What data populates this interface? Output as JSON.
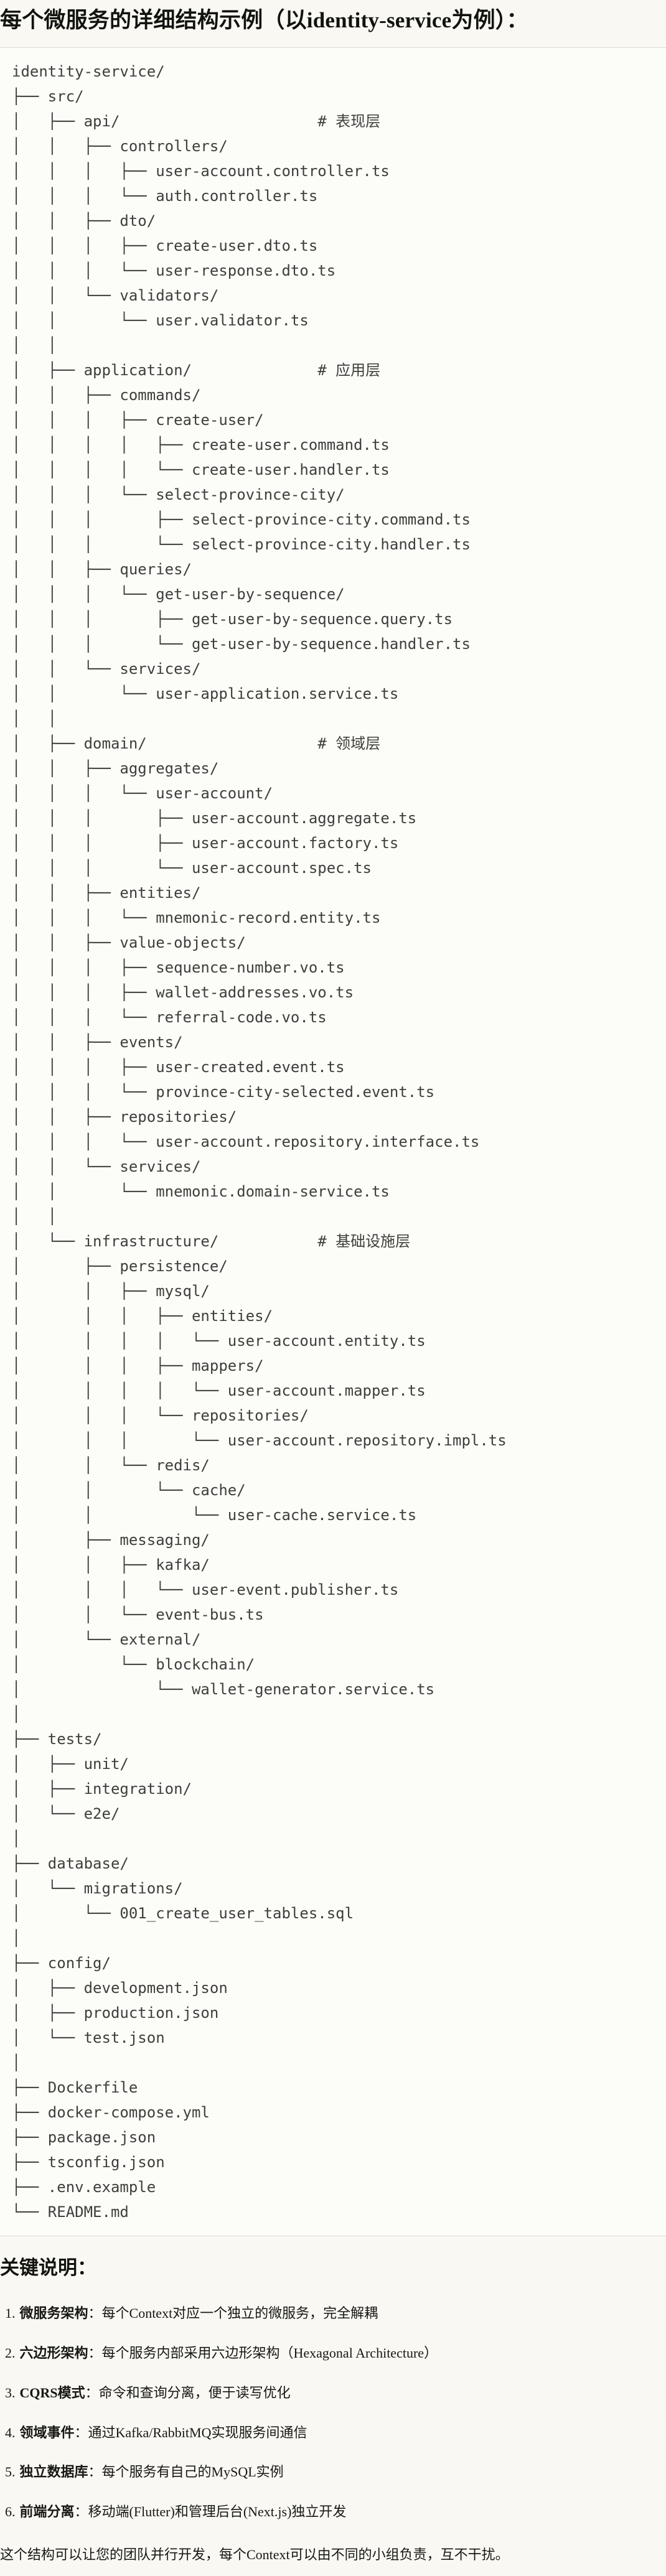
{
  "title": "每个微服务的详细结构示例（以identity-service为例）：",
  "tree": {
    "lines": [
      "identity-service/",
      "├── src/",
      "│   ├── api/                      # 表现层",
      "│   │   ├── controllers/",
      "│   │   │   ├── user-account.controller.ts",
      "│   │   │   └── auth.controller.ts",
      "│   │   ├── dto/",
      "│   │   │   ├── create-user.dto.ts",
      "│   │   │   └── user-response.dto.ts",
      "│   │   └── validators/",
      "│   │       └── user.validator.ts",
      "│   │",
      "│   ├── application/              # 应用层",
      "│   │   ├── commands/",
      "│   │   │   ├── create-user/",
      "│   │   │   │   ├── create-user.command.ts",
      "│   │   │   │   └── create-user.handler.ts",
      "│   │   │   └── select-province-city/",
      "│   │   │       ├── select-province-city.command.ts",
      "│   │   │       └── select-province-city.handler.ts",
      "│   │   ├── queries/",
      "│   │   │   └── get-user-by-sequence/",
      "│   │   │       ├── get-user-by-sequence.query.ts",
      "│   │   │       └── get-user-by-sequence.handler.ts",
      "│   │   └── services/",
      "│   │       └── user-application.service.ts",
      "│   │",
      "│   ├── domain/                   # 领域层",
      "│   │   ├── aggregates/",
      "│   │   │   └── user-account/",
      "│   │   │       ├── user-account.aggregate.ts",
      "│   │   │       ├── user-account.factory.ts",
      "│   │   │       └── user-account.spec.ts",
      "│   │   ├── entities/",
      "│   │   │   └── mnemonic-record.entity.ts",
      "│   │   ├── value-objects/",
      "│   │   │   ├── sequence-number.vo.ts",
      "│   │   │   ├── wallet-addresses.vo.ts",
      "│   │   │   └── referral-code.vo.ts",
      "│   │   ├── events/",
      "│   │   │   ├── user-created.event.ts",
      "│   │   │   └── province-city-selected.event.ts",
      "│   │   ├── repositories/",
      "│   │   │   └── user-account.repository.interface.ts",
      "│   │   └── services/",
      "│   │       └── mnemonic.domain-service.ts",
      "│   │",
      "│   └── infrastructure/           # 基础设施层",
      "│       ├── persistence/",
      "│       │   ├── mysql/",
      "│       │   │   ├── entities/",
      "│       │   │   │   └── user-account.entity.ts",
      "│       │   │   ├── mappers/",
      "│       │   │   │   └── user-account.mapper.ts",
      "│       │   │   └── repositories/",
      "│       │   │       └── user-account.repository.impl.ts",
      "│       │   └── redis/",
      "│       │       └── cache/",
      "│       │           └── user-cache.service.ts",
      "│       ├── messaging/",
      "│       │   ├── kafka/",
      "│       │   │   └── user-event.publisher.ts",
      "│       │   └── event-bus.ts",
      "│       └── external/",
      "│           └── blockchain/",
      "│               └── wallet-generator.service.ts",
      "│",
      "├── tests/",
      "│   ├── unit/",
      "│   ├── integration/",
      "│   └── e2e/",
      "│",
      "├── database/",
      "│   └── migrations/",
      "│       └── 001_create_user_tables.sql",
      "│",
      "├── config/",
      "│   ├── development.json",
      "│   ├── production.json",
      "│   └── test.json",
      "│",
      "├── Dockerfile",
      "├── docker-compose.yml",
      "├── package.json",
      "├── tsconfig.json",
      "├── .env.example",
      "└── README.md"
    ]
  },
  "notes": {
    "heading": "关键说明：",
    "items": [
      {
        "num": "1.",
        "label": "微服务架构",
        "desc": "：每个Context对应一个独立的微服务，完全解耦"
      },
      {
        "num": "2.",
        "label": "六边形架构",
        "desc": "：每个服务内部采用六边形架构（Hexagonal Architecture）"
      },
      {
        "num": "3.",
        "label": "CQRS模式",
        "desc": "：命令和查询分离，便于读写优化"
      },
      {
        "num": "4.",
        "label": "领域事件",
        "desc": "：通过Kafka/RabbitMQ实现服务间通信"
      },
      {
        "num": "5.",
        "label": "独立数据库",
        "desc": "：每个服务有自己的MySQL实例"
      },
      {
        "num": "6.",
        "label": "前端分离",
        "desc": "：移动端(Flutter)和管理后台(Next.js)独立开发"
      }
    ]
  },
  "closing": "这个结构可以让您的团队并行开发，每个Context可以由不同的小组负责，互不干扰。"
}
